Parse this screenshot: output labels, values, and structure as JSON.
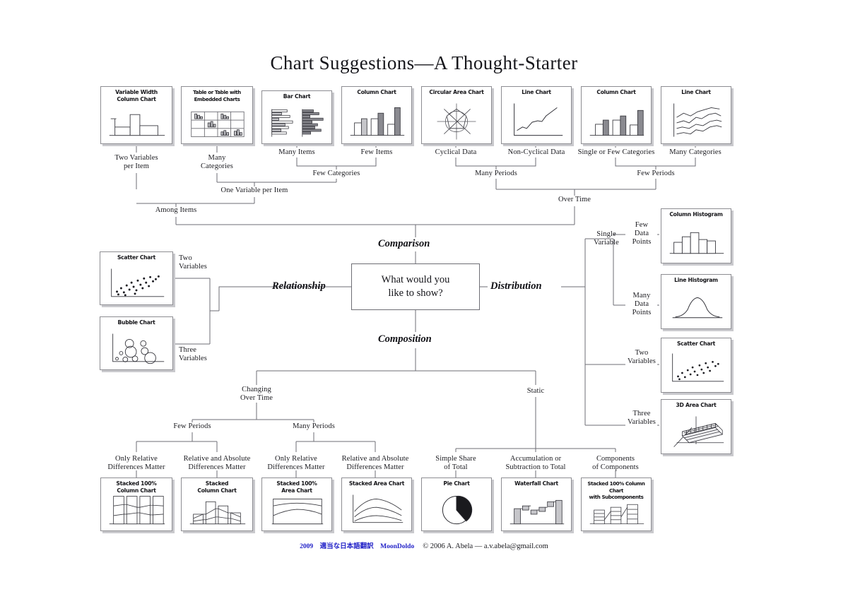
{
  "title": "Chart Suggestions—A Thought-Starter",
  "hub": {
    "question": "What would you\nlike to show?",
    "branches": {
      "comparison": "Comparison",
      "relationship": "Relationship",
      "distribution": "Distribution",
      "composition": "Composition"
    }
  },
  "cards": {
    "variable_width_column": "Variable Width\nColumn Chart",
    "table_embedded": "Table or Table with\nEmbedded Charts",
    "bar_chart": "Bar Chart",
    "column_chart": "Column Chart",
    "circular_area": "Circular Area Chart",
    "line_chart": "Line Chart",
    "column_chart_2": "Column Chart",
    "line_chart_2": "Line Chart",
    "scatter_chart_rel": "Scatter Chart",
    "bubble_chart": "Bubble Chart",
    "column_histogram": "Column Histogram",
    "line_histogram": "Line Histogram",
    "scatter_chart_dist": "Scatter Chart",
    "area_3d_chart": "3D Area Chart",
    "stacked_100_column": "Stacked 100%\nColumn Chart",
    "stacked_column": "Stacked\nColumn Chart",
    "stacked_100_area": "Stacked 100%\nArea Chart",
    "stacked_area": "Stacked Area Chart",
    "pie_chart": "Pie Chart",
    "waterfall_chart": "Waterfall Chart",
    "stacked_100_sub": "Stacked 100% Column Chart\nwith Subcomponents"
  },
  "labels": {
    "two_variables_per_item": "Two Variables\nper Item",
    "many_categories_1": "Many\nCategories",
    "many_items": "Many Items",
    "few_items": "Few Items",
    "few_categories": "Few Categories",
    "one_variable_per_item": "One Variable per Item",
    "among_items": "Among Items",
    "cyclical_data": "Cyclical Data",
    "non_cyclical_data": "Non-Cyclical Data",
    "single_or_few_categories": "Single or Few Categories",
    "many_categories_2": "Many Categories",
    "many_periods_top": "Many Periods",
    "few_periods_top": "Few Periods",
    "over_time": "Over Time",
    "two_variables_rel": "Two\nVariables",
    "three_variables_rel": "Three\nVariables",
    "single_variable": "Single\nVariable",
    "few_data_points": "Few\nData\nPoints",
    "many_data_points": "Many\nData\nPoints",
    "two_variables_dist": "Two\nVariables",
    "three_variables_dist": "Three\nVariables",
    "changing_over_time": "Changing\nOver Time",
    "static": "Static",
    "few_periods_comp": "Few Periods",
    "many_periods_comp": "Many Periods",
    "only_relative_1": "Only Relative\nDifferences Matter",
    "relative_absolute_1": "Relative and Absolute\nDifferences Matter",
    "only_relative_2": "Only Relative\nDifferences Matter",
    "relative_absolute_2": "Relative and Absolute\nDifferences Matter",
    "simple_share": "Simple Share\nof Total",
    "accumulation": "Accumulation or\nSubtraction to Total",
    "components": "Components\nof Components"
  },
  "footer": {
    "jp_credit": "2009　適当な日本語翻訳　MoonDoldo",
    "copyright": "© 2006 A. Abela — a.v.abela@gmail.com"
  },
  "colors": {
    "line": "#6e6e75",
    "card_border": "#8d8d92",
    "shadow": "#c9c9cd",
    "jp_blue": "#2323c8",
    "fill_light": "#ffffff",
    "fill_mid": "#c6c6ca",
    "fill_dark": "#8a8a90"
  }
}
